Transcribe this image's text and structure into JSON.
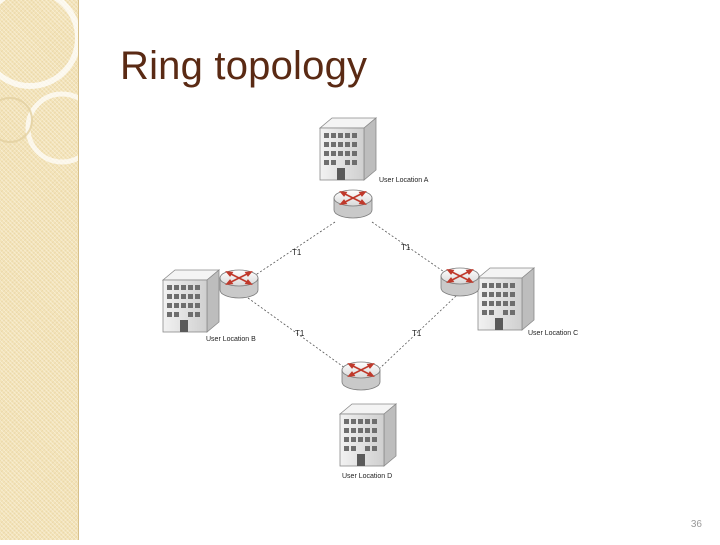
{
  "slide": {
    "title": "Ring topology",
    "page_number": "36"
  },
  "diagram": {
    "nodes": [
      {
        "id": "A",
        "label": "User Location A"
      },
      {
        "id": "B",
        "label": "User Location B"
      },
      {
        "id": "C",
        "label": "User Location C"
      },
      {
        "id": "D",
        "label": "User Location D"
      }
    ],
    "links": [
      {
        "from": "A",
        "to": "B",
        "label": "T1"
      },
      {
        "from": "A",
        "to": "C",
        "label": "T1"
      },
      {
        "from": "B",
        "to": "D",
        "label": "T1"
      },
      {
        "from": "C",
        "to": "D",
        "label": "T1"
      }
    ],
    "colors": {
      "router_body": "#e8e8e8",
      "router_arrows": "#c0392b",
      "building": "#dcdcdc",
      "link": "#555555"
    }
  }
}
